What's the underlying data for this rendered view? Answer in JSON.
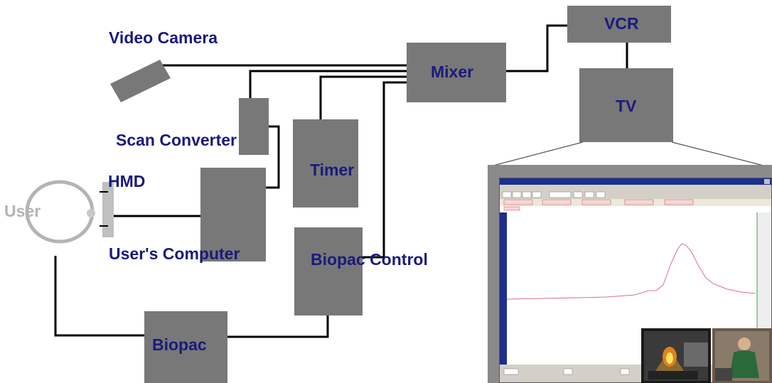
{
  "labels": {
    "video_camera": "Video Camera",
    "vcr": "VCR",
    "mixer": "Mixer",
    "tv": "TV",
    "scan_converter": "Scan Converter",
    "hmd": "HMD",
    "timer": "Timer",
    "user": "User",
    "users_computer": "User's Computer",
    "biopac_control": "Biopac Control",
    "biopac": "Biopac"
  },
  "colors": {
    "box": "#787878",
    "label": "#1a1a7e",
    "user": "#b4b4b4",
    "wire": "#000000",
    "waveform": "#e07080"
  }
}
